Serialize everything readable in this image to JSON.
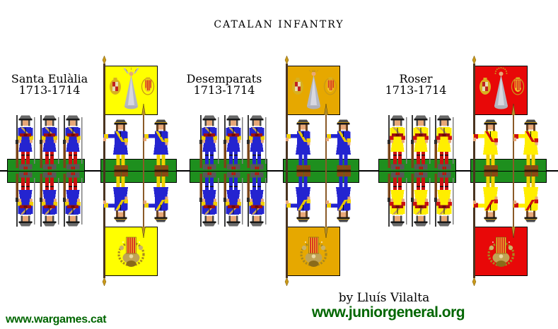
{
  "title": "CATALAN INFANTRY",
  "units": [
    {
      "name": "Santa Eulàlia",
      "years": "1713-1714",
      "soldier_count": 3,
      "bearer_count": 2,
      "soldier_colors": {
        "coat": "#2424d0",
        "cuffs": "#f0d000",
        "legs": "#cc1010"
      },
      "bearer_colors": {
        "coat": "#2424d0",
        "cuffs": "#f0d000",
        "legs": "#f0d000",
        "sash": "#e8c800"
      },
      "flag": {
        "field": "#ffff00",
        "style": "saint-cross"
      },
      "flag_back": {
        "field": "#ffff00"
      }
    },
    {
      "name": "Desemparats",
      "years": "1713-1714",
      "soldier_count": 3,
      "bearer_count": 2,
      "soldier_colors": {
        "coat": "#2424d0",
        "cuffs": "#f0d000",
        "legs": "#2424d0"
      },
      "bearer_colors": {
        "coat": "#2424d0",
        "cuffs": "#f0d000",
        "legs": "#2424d0",
        "sash": "#e8c800"
      },
      "flag": {
        "field": "#e6a800",
        "style": "virgin"
      },
      "flag_back": {
        "field": "#e6a800"
      }
    },
    {
      "name": "Roser",
      "years": "1713-1714",
      "soldier_count": 3,
      "bearer_count": 2,
      "soldier_colors": {
        "coat": "#ffee00",
        "cuffs": "#cc1010",
        "legs": "#cc1010"
      },
      "bearer_colors": {
        "coat": "#ffee00",
        "cuffs": "#cc1010",
        "legs": "#f0d000",
        "sash": "#cc1010"
      },
      "flag": {
        "field": "#e80808",
        "style": "virgin-stars"
      },
      "flag_back": {
        "field": "#e80808"
      }
    }
  ],
  "credits": {
    "author": "by Lluís Vilalta",
    "site_main": "www.juniorgeneral.org",
    "site_left": "www.wargames.cat"
  },
  "palette": {
    "background": "#ffffff",
    "text": "#000000",
    "link": "#006600",
    "base": "#1e8f1e",
    "fold_line": "#000000",
    "flesh": "#e8a878",
    "hat": "#686868",
    "hat_dark": "#181818",
    "hair": "#4a4a4a",
    "wig": "#6b4526",
    "strap": "#c8a058",
    "sash_red": "#a01010",
    "sash_dark": "#6b0b0b",
    "shoe_gray": "#585858",
    "heel_red": "#c01010",
    "shoe_brown": "#8a4a14",
    "musket": "#3c3c3c",
    "musket_stock": "#7a4418",
    "pole": "#4a3420",
    "pike": "#8a5a28",
    "gold": "#c89818",
    "arms_gold": "#d8b020",
    "stripes_red": "#d42020",
    "stripes_gold": "#f0c428",
    "figure_gray": "#b4b8c4"
  }
}
